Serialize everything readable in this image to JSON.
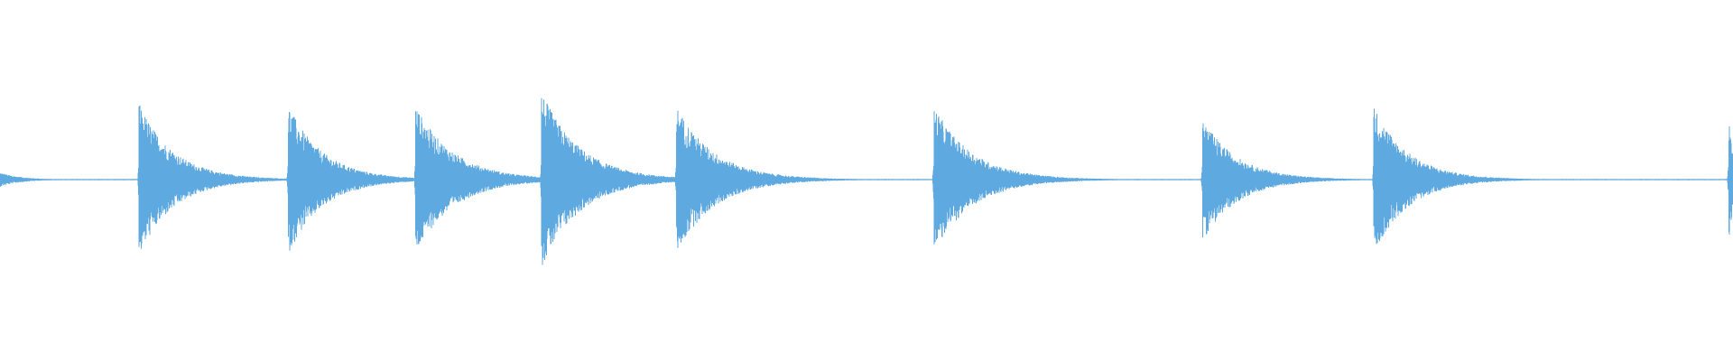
{
  "waveform": {
    "color": "#5DA9E0",
    "background": "#ffffff",
    "transients": [
      {
        "time": 0.0,
        "amplitude": 0.08,
        "decay": 0.012
      },
      {
        "time": 0.0802,
        "amplitude": 0.85,
        "decay": 0.02
      },
      {
        "time": 0.1663,
        "amplitude": 0.83,
        "decay": 0.02
      },
      {
        "time": 0.2398,
        "amplitude": 0.82,
        "decay": 0.022
      },
      {
        "time": 0.3125,
        "amplitude": 0.98,
        "decay": 0.022
      },
      {
        "time": 0.3903,
        "amplitude": 0.82,
        "decay": 0.022
      },
      {
        "time": 0.5389,
        "amplitude": 0.82,
        "decay": 0.022
      },
      {
        "time": 0.6939,
        "amplitude": 0.68,
        "decay": 0.02
      },
      {
        "time": 0.7927,
        "amplitude": 0.82,
        "decay": 0.02
      },
      {
        "time": 0.9975,
        "amplitude": 0.7,
        "decay": 0.004
      }
    ],
    "noise_floor": 0.006
  }
}
